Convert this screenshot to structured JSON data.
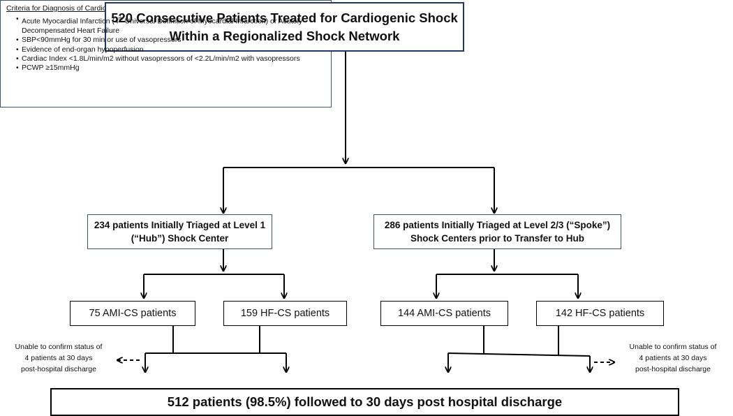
{
  "top": {
    "line1": "520 Consecutive Patients Treated for Cardiogenic Shock",
    "line2": "Within a Regionalized Shock Network"
  },
  "criteria": {
    "heading": "Criteria for Diagnosis of Cardiogenic Shock",
    "items": [
      {
        "pre": "Acute Myocardial Infarction (4",
        "sup": "th",
        "post": " Universal Definition of Myocardial Infarction) or Acutely Decompensated Heart Failure"
      },
      {
        "text": "SBP<90mmHg for 30 min or use of vasopressors"
      },
      {
        "text": "Evidence of end-organ hypoperfusion"
      },
      {
        "text": "Cardiac Index <1.8L/min/m2 without vasopressors of <2.2L/min/m2 with vasopressors"
      },
      {
        "text": "PCWP ≥15mmHg"
      }
    ]
  },
  "hub": {
    "line1": "234 patients Initially Triaged at Level 1",
    "line2": "(“Hub”) Shock Center"
  },
  "spoke": {
    "line1": "286 patients Initially Triaged at Level 2/3 (“Spoke”)",
    "line2": "Shock Centers prior to Transfer to Hub"
  },
  "hub_ami": "75 AMI-CS patients",
  "hub_hf": "159 HF-CS patients",
  "spoke_ami": "144 AMI-CS patients",
  "spoke_hf": "142 HF-CS patients",
  "note_left": {
    "line1": "Unable to confirm status of",
    "line2": "4 patients at 30 days",
    "line3": "post-hospital discharge"
  },
  "note_right": {
    "line1": "Unable to confirm status of",
    "line2": "4 patients at 30 days",
    "line3": "post-hospital discharge"
  },
  "bottom": "512 patients (98.5%) followed to 30 days post hospital discharge"
}
